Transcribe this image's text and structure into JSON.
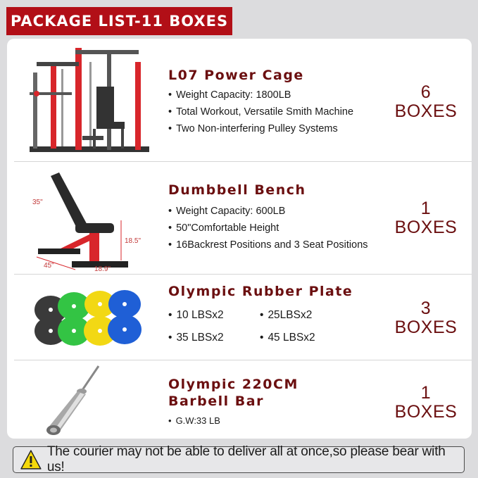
{
  "header": {
    "title": "PACKAGE LIST-11 BOXES"
  },
  "items": [
    {
      "title": "L07 Power Cage",
      "image_icon": "power-cage-image",
      "bullets": [
        "Weight Capacity: 1800LB",
        "Total Workout, Versatile Smith Machine",
        "Two Non-interfering Pulley Systems"
      ],
      "count": "6",
      "unit": "BOXES"
    },
    {
      "title": "Dumbbell Bench",
      "image_icon": "dumbbell-bench-image",
      "dimensions": {
        "backrest": "35\"",
        "height": "18.5\"",
        "length": "45\"",
        "width": "18.9\""
      },
      "bullets": [
        "Weight Capacity: 600LB",
        "50\"Comfortable Height",
        "16Backrest Positions and 3 Seat Positions"
      ],
      "count": "1",
      "unit": "BOXES"
    },
    {
      "title": "Olympic Rubber Plate",
      "image_icon": "rubber-plates-image",
      "bullets": [
        "10 LBSx2",
        "25LBSx2",
        "35 LBSx2",
        "45 LBSx2"
      ],
      "count": "3",
      "unit": "BOXES"
    },
    {
      "title_line1": "Olympic 220CM",
      "title_line2": "Barbell Bar",
      "image_icon": "barbell-image",
      "bullets": [
        "G.W:33 LB"
      ],
      "count": "1",
      "unit": "BOXES"
    }
  ],
  "notice": {
    "icon": "warning-icon",
    "text": "The courier may not be able to deliver all at once,so please bear with us!"
  },
  "colors": {
    "banner": "#b20f17",
    "title": "#6b0f10",
    "background": "#dcdcde",
    "warning": "#f5d90a"
  }
}
